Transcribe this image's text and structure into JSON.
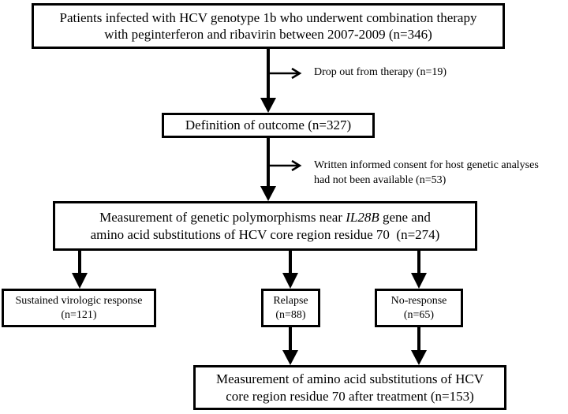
{
  "diagram": {
    "patients_box": {
      "line1": "Patients infected with HCV genotype 1b who underwent combination therapy",
      "line2": "with peginterferon and ribavirin between 2007-2009 (n=346)"
    },
    "dropout_note": "Drop out from therapy (n=19)",
    "outcome_box": "Definition of outcome (n=327)",
    "consent_note": {
      "line1": "Written informed consent for host genetic analyses",
      "line2": "had not been available (n=53)"
    },
    "measurement_box": {
      "line1_prefix": "Measurement of genetic polymorphisms near ",
      "line1_gene": "IL28B",
      "line1_suffix": " gene and",
      "line2": "amino acid substitutions of HCV core region residue 70  (n=274)"
    },
    "svr_box": {
      "line1": "Sustained virologic response",
      "line2": "(n=121)"
    },
    "relapse_box": {
      "line1": "Relapse",
      "line2": "(n=88)"
    },
    "noresponse_box": {
      "line1": "No-response",
      "line2": "(n=65)"
    },
    "final_box": {
      "line1": "Measurement of amino acid substitutions of HCV",
      "line2": "core region residue 70 after treatment (n=153)"
    }
  }
}
